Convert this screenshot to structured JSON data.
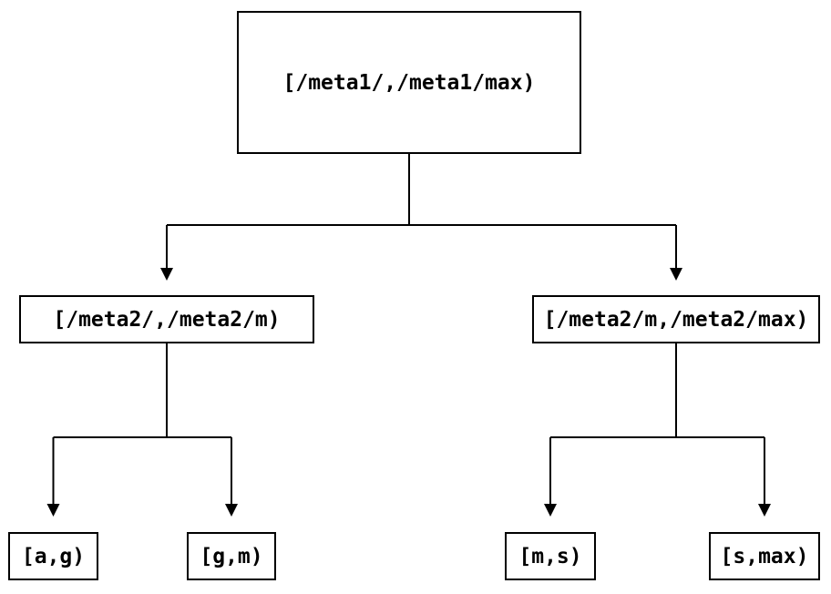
{
  "diagram": {
    "type": "binary-tree",
    "colors": {
      "background": "#ffffff",
      "line": "#000000",
      "text": "#000000"
    },
    "root": {
      "label": "[/meta1/,/meta1/max)",
      "children": [
        {
          "label": "[/meta2/,/meta2/m)",
          "children": [
            {
              "label": "[a,g)"
            },
            {
              "label": "[g,m)"
            }
          ]
        },
        {
          "label": "[/meta2/m,/meta2/max)",
          "children": [
            {
              "label": "[m,s)"
            },
            {
              "label": "[s,max)"
            }
          ]
        }
      ]
    }
  }
}
